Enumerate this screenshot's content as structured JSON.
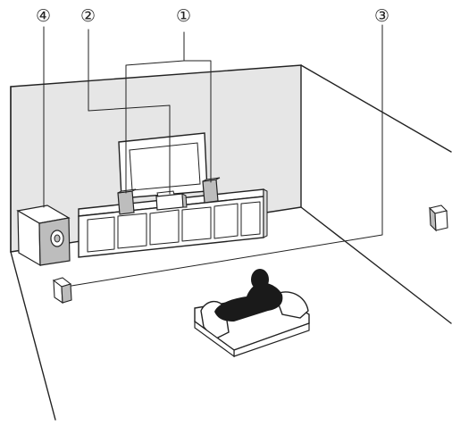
{
  "callouts": [
    {
      "id": "1",
      "text": "①"
    },
    {
      "id": "2",
      "text": "②"
    },
    {
      "id": "3",
      "text": "③"
    },
    {
      "id": "4",
      "text": "④"
    }
  ],
  "colors": {
    "wall": "#e6e6e6",
    "line": "#222222",
    "speaker": "#bdbdbd",
    "speaker_front": "#dcdcdc",
    "listener": "#1a1a1a"
  }
}
